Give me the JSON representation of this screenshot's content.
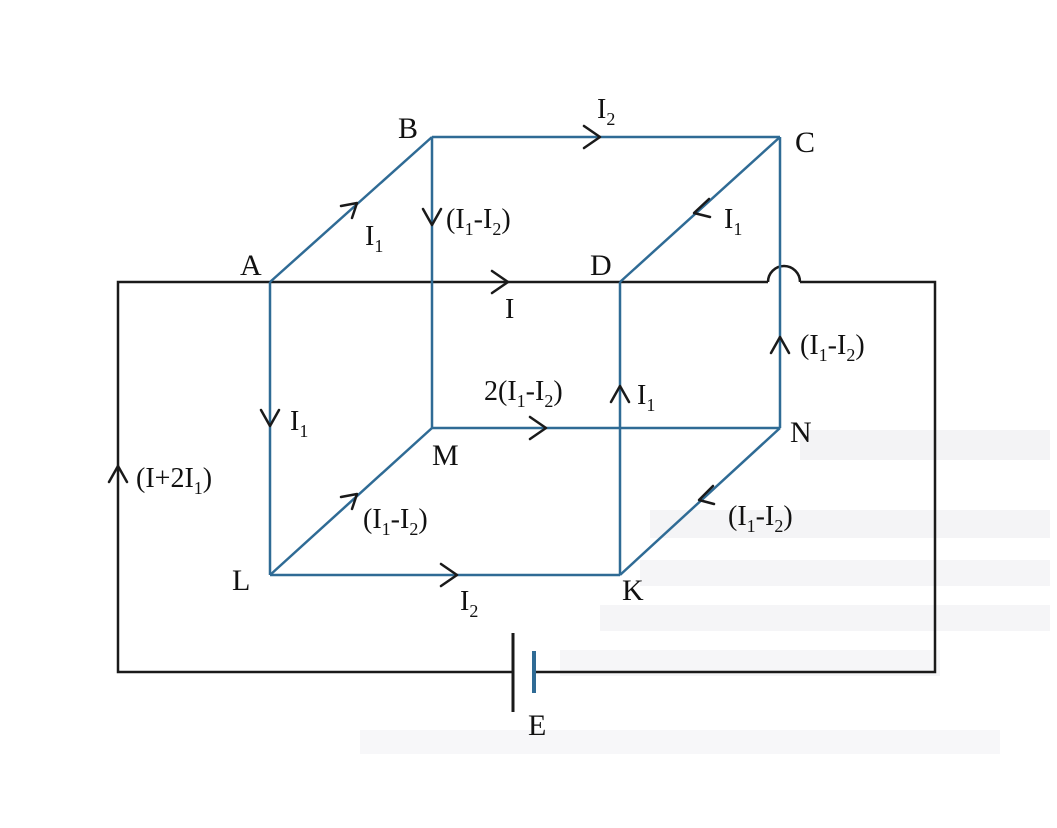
{
  "vertices": {
    "A": "A",
    "B": "B",
    "C": "C",
    "D": "D",
    "L": "L",
    "M": "M",
    "N": "N",
    "K": "K"
  },
  "battery_label": "E",
  "currents": {
    "BC": {
      "base": "I",
      "sub": "2"
    },
    "AB": {
      "base": "I",
      "sub": "1"
    },
    "CD": {
      "base": "I",
      "sub": "1"
    },
    "AD": {
      "base": "I"
    },
    "AL": {
      "base": "I",
      "sub": "1"
    },
    "KD": {
      "base": "I",
      "sub": "1"
    },
    "LK": {
      "base": "I",
      "sub": "2"
    },
    "BM": {
      "pre": "(I",
      "sub": "1",
      "mid": "-I",
      "sub2": "2",
      "post": ")"
    },
    "NC": {
      "pre": "(I",
      "sub": "1",
      "mid": "-I",
      "sub2": "2",
      "post": ")"
    },
    "MN": {
      "pre": "2(I",
      "sub": "1",
      "mid": "-I",
      "sub2": "2",
      "post": ")"
    },
    "LM": {
      "pre": "(I",
      "sub": "1",
      "mid": "-I",
      "sub2": "2",
      "post": ")"
    },
    "NK": {
      "pre": "(I",
      "sub": "1",
      "mid": "-I",
      "sub2": "2",
      "post": ")"
    },
    "main": {
      "pre": "(I+2I",
      "sub": "1",
      "post": ")"
    }
  }
}
